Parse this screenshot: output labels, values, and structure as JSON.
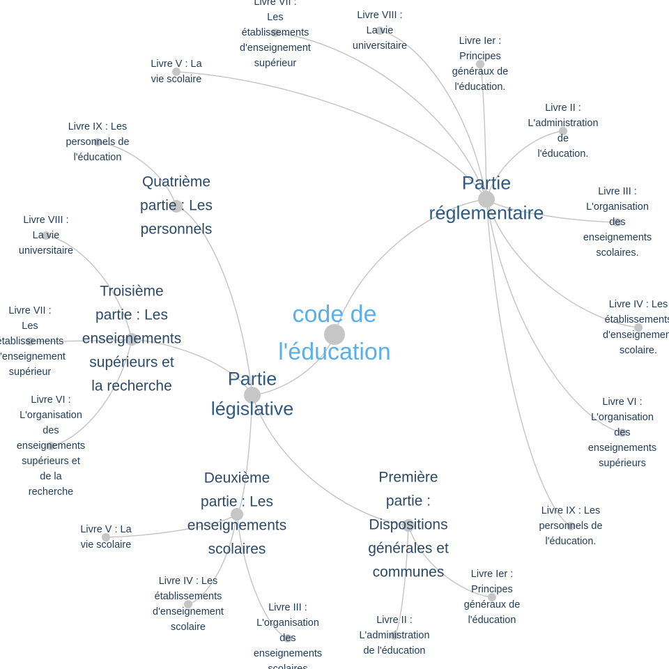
{
  "root": {
    "id": "root",
    "label": [
      "code de",
      "l'éducation"
    ]
  },
  "parts": [
    {
      "id": "reg",
      "label": [
        "Partie",
        "réglementaire"
      ]
    },
    {
      "id": "leg",
      "label": [
        "Partie",
        "législative"
      ]
    }
  ],
  "sections": [
    {
      "id": "leg4",
      "parent": "leg",
      "label": [
        "Quatrième",
        "partie : Les",
        "personnels"
      ]
    },
    {
      "id": "leg3",
      "parent": "leg",
      "label": [
        "Troisième",
        "partie : Les",
        "enseignements",
        "supérieurs et",
        "la recherche"
      ]
    },
    {
      "id": "leg2",
      "parent": "leg",
      "label": [
        "Deuxième",
        "partie : Les",
        "enseignements",
        "scolaires"
      ]
    },
    {
      "id": "leg1",
      "parent": "leg",
      "label": [
        "Première",
        "partie :",
        "Dispositions",
        "générales et",
        "communes"
      ]
    }
  ],
  "leaves": [
    {
      "id": "r7",
      "parent": "reg",
      "label": [
        "Livre VII :",
        "Les",
        "établissements",
        "d'enseignement",
        "supérieur"
      ]
    },
    {
      "id": "r8",
      "parent": "reg",
      "label": [
        "Livre VIII :",
        "La vie",
        "universitaire"
      ]
    },
    {
      "id": "r1",
      "parent": "reg",
      "label": [
        "Livre Ier :",
        "Principes",
        "généraux de",
        "l'éducation."
      ]
    },
    {
      "id": "r5",
      "parent": "reg",
      "label": [
        "Livre V : La",
        "vie scolaire"
      ]
    },
    {
      "id": "r2",
      "parent": "reg",
      "label": [
        "Livre II :",
        "L'administration",
        "de",
        "l'éducation."
      ]
    },
    {
      "id": "r3",
      "parent": "reg",
      "label": [
        "Livre III :",
        "L'organisation",
        "des",
        "enseignements",
        "scolaires."
      ]
    },
    {
      "id": "r4",
      "parent": "reg",
      "label": [
        "Livre IV : Les",
        "établissements",
        "d'enseignement",
        "scolaire."
      ]
    },
    {
      "id": "r6",
      "parent": "reg",
      "label": [
        "Livre VI :",
        "L'organisation",
        "des",
        "enseignements",
        "supérieurs"
      ]
    },
    {
      "id": "r9",
      "parent": "reg",
      "label": [
        "Livre IX : Les",
        "personnels de",
        "l'éducation."
      ]
    },
    {
      "id": "l9",
      "parent": "leg4",
      "label": [
        "Livre IX : Les",
        "personnels de",
        "l'éducation"
      ]
    },
    {
      "id": "l8",
      "parent": "leg3",
      "label": [
        "Livre VIII :",
        "La vie",
        "universitaire"
      ]
    },
    {
      "id": "l7",
      "parent": "leg3",
      "label": [
        "Livre VII :",
        "Les",
        "établissements",
        "d'enseignement",
        "supérieur"
      ]
    },
    {
      "id": "l6",
      "parent": "leg3",
      "label": [
        "Livre VI :",
        "L'organisation",
        "des",
        "enseignements",
        "supérieurs et",
        "de la",
        "recherche"
      ]
    },
    {
      "id": "l5",
      "parent": "leg2",
      "label": [
        "Livre V : La",
        "vie scolaire"
      ]
    },
    {
      "id": "l4",
      "parent": "leg2",
      "label": [
        "Livre IV : Les",
        "établissements",
        "d'enseignement",
        "scolaire"
      ]
    },
    {
      "id": "l3",
      "parent": "leg2",
      "label": [
        "Livre III :",
        "L'organisation",
        "des",
        "enseignements",
        "scolaires"
      ]
    },
    {
      "id": "l1",
      "parent": "leg1",
      "label": [
        "Livre Ier :",
        "Principes",
        "généraux de",
        "l'éducation"
      ]
    },
    {
      "id": "l2",
      "parent": "leg1",
      "label": [
        "Livre II :",
        "L'administration",
        "de l'éducation"
      ]
    }
  ],
  "colors": {
    "root_label": "#5ab0ea",
    "part_label": "#2f5b85",
    "section_label": "#2b4a68",
    "leaf_label": "#1f3b57",
    "edge": "#c3c3c3",
    "node": "#c6c6c6"
  }
}
